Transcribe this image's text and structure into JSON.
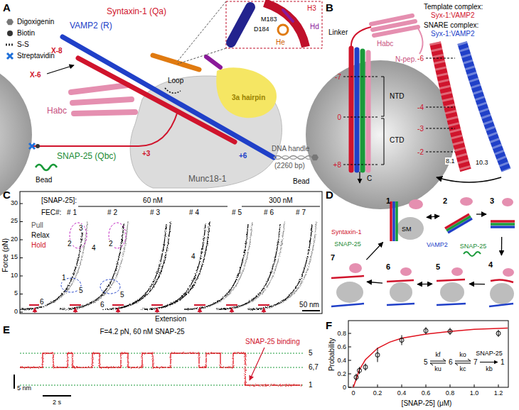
{
  "diagram": {
    "nodes": [
      {
        "text": [
          "1"
        ]
      },
      {
        "text": [
          "2"
        ]
      },
      {
        "text": [
          "3"
        ]
      },
      {
        "text": [
          "4"
        ]
      },
      {
        "text": [
          "5"
        ]
      },
      {
        "text": [
          "6"
        ]
      },
      {
        "text": [
          "7"
        ]
      }
    ],
    "edges": [
      {
        "from": 0,
        "to": 1,
        "arrow": "both"
      },
      {
        "from": 1,
        "to": 2,
        "arrow": "to"
      },
      {
        "from": 2,
        "to": 3,
        "label": "SNAP-25",
        "arrow": "to"
      },
      {
        "from": 3,
        "to": 4,
        "arrow": "to"
      },
      {
        "from": 4,
        "to": 5,
        "arrow": "both"
      },
      {
        "from": 5,
        "to": 6,
        "arrow": "to"
      },
      {
        "from": 6,
        "to": 0,
        "label": "SNAP-25",
        "arrow": "to"
      }
    ],
    "labels": [
      "A",
      "Digoxigenin",
      "Biotin",
      "S-S",
      "Streptavidin",
      "Syntaxin-1 (Qa)",
      "VAMP2 (R)",
      "X-8",
      "X-6",
      "H3",
      "Hd",
      "M183",
      "D184",
      "He",
      "Habc",
      "Loop",
      "3a hairpin",
      "+3",
      "+6",
      "DNA handle",
      "(2260 bp)",
      "Bead",
      "Bead",
      "SNAP-25 (Qbc)",
      "Munc18-1",
      "B",
      "Linker",
      "Habc",
      "N-pep.",
      "-7",
      "0",
      "+8",
      "NTD",
      "CTD",
      "C",
      "Template complex:",
      "Syx-1:VAMP2",
      "SNARE complex:",
      "Syx-1:VAMP2",
      "-6",
      "-4",
      "-3",
      "-2",
      "8.1",
      "10.3",
      "C",
      "Force (pN)",
      "0",
      "5",
      "10",
      "15",
      "20",
      "25",
      "30",
      "Extension",
      "50 nm",
      "[SNAP-25]:",
      "60 nM",
      "300 nM",
      "FEC#:",
      "# 1",
      "# 2",
      "# 3",
      "# 4",
      "# 5",
      "# 6",
      "# 7",
      "Pull",
      "Relax",
      "Hold",
      "3",
      "2",
      "4",
      "1",
      "5",
      "6",
      "2",
      "5",
      "6",
      "4",
      "D",
      "SM",
      "Syntaxin-1",
      "VAMP2",
      "E",
      "F=4.2 pN, 60 nM SNAP-25",
      "SNAP-25 binding",
      "5",
      "6,7",
      "1",
      "5 nm",
      "2 s",
      "F",
      "Probability",
      "0",
      "0.2",
      "0.4",
      "0.6",
      "0.8",
      "0",
      "0.2",
      "0.4",
      "0.6",
      "0.8",
      "1.0",
      "1.2",
      "[SNAP-25] (μM)",
      "5",
      "6",
      "7",
      "1",
      "SNAP-25",
      "kf",
      "ku",
      "ko",
      "kc",
      "kb"
    ]
  }
}
